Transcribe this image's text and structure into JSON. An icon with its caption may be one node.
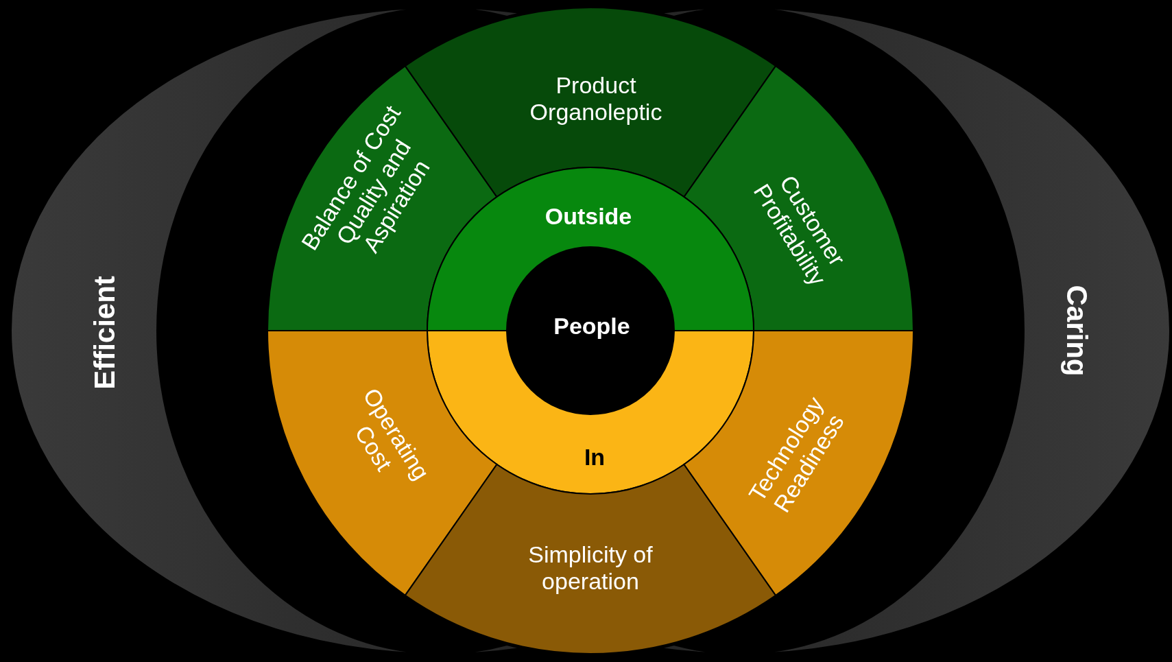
{
  "diagram": {
    "nodes": [
      {
        "text": [
          "Efficient"
        ]
      },
      {
        "text": [
          "Caring"
        ]
      },
      {
        "text": [
          "Balance of Cost Quality and Aspiration"
        ]
      },
      {
        "text": [
          "Product Organoleptic"
        ]
      },
      {
        "text": [
          "Customer Profitability"
        ]
      },
      {
        "text": [
          "Outside"
        ]
      },
      {
        "text": [
          "People"
        ]
      },
      {
        "text": [
          "In"
        ]
      },
      {
        "text": [
          "Operating Cost"
        ]
      },
      {
        "text": [
          "Simplicity of operation"
        ]
      },
      {
        "text": [
          "Technology Readiness"
        ]
      }
    ]
  }
}
